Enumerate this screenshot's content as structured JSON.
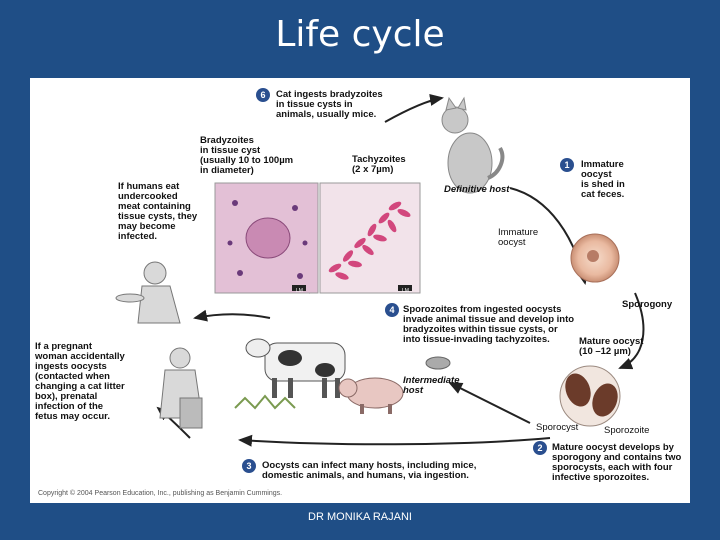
{
  "slide": {
    "title": "Life cycle",
    "footer": "DR MONIKA RAJANI"
  },
  "diagram": {
    "step6": {
      "num": "6",
      "text": "Cat ingests bradyzoites\nin tissue cysts in\nanimals, usually mice."
    },
    "step1": {
      "num": "1",
      "text": "Immature\noocyst\nis shed in\ncat feces."
    },
    "step4": {
      "num": "4",
      "text": "Sporozoites from ingested oocysts\ninvade animal tissue and develop into\nbradyzoites within tissue cysts, or\ninto tissue-invading tachyzoites."
    },
    "step2": {
      "num": "2",
      "text": "Mature oocyst develops by\nsporogony and contains two\nsporocysts, each with four\ninfective sporozoites."
    },
    "step3": {
      "num": "3",
      "text": "Oocysts can infect many hosts, including mice,\ndomestic animals, and humans, via ingestion."
    },
    "bradyzoites": "Bradyzoites\nin tissue cyst\n(usually 10 to 100µm\nin diameter)",
    "tachyzoites": "Tachyzoites\n(2 x 7µm)",
    "humans_eat": "If humans eat\nundercooked\nmeat containing\ntissue cysts, they\nmay become\ninfected.",
    "pregnant": "If a pregnant\nwoman accidentally\ningests oocysts\n(contacted when\nchanging a cat litter\nbox), prenatal\ninfection of the\nfetus may occur.",
    "definitive_host": "Definitive host",
    "intermediate_host": "Intermediate\nhost",
    "immature_oocyst": "Immature\noocyst",
    "sporogony": "Sporogony",
    "mature_oocyst": "Mature oocyst\n(10 –12 µm)",
    "sporocyst": "Sporocyst",
    "sporozoite": "Sporozoite",
    "lm1": "LM",
    "lm2": "LM",
    "copyright": "Copyright © 2004 Pearson Education, Inc., publishing as Benjamin Cummings."
  }
}
